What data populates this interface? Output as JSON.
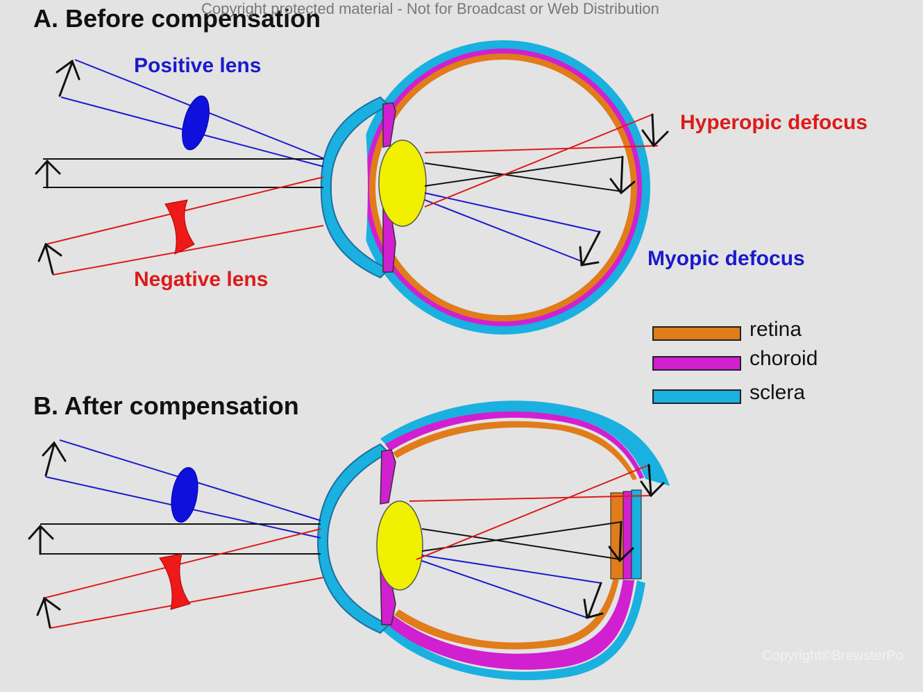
{
  "titles": {
    "before": "A. Before compensation",
    "after": "B. After compensation"
  },
  "labels": {
    "positive_lens": "Positive lens",
    "negative_lens": "Negative lens",
    "hyperopic_defocus": "Hyperopic defocus",
    "myopic_defocus": "Myopic defocus"
  },
  "legend": [
    {
      "label": "retina",
      "color": "#e07c1a"
    },
    {
      "label": "choroid",
      "color": "#d020d0"
    },
    {
      "label": "sclera",
      "color": "#1ab0e0"
    }
  ],
  "watermarks": {
    "top": "Copyright protected material - Not for Broadcast or Web Distribution",
    "bottom_right": "Copyright©BrewsterPo"
  },
  "colors": {
    "background": "#e3e3e3",
    "retina": "#e07c1a",
    "choroid": "#d020d0",
    "sclera": "#1ab0e0",
    "lens": "#f0f000",
    "positive": "#1a1acc",
    "negative": "#dd1a1a",
    "neutral": "#111111"
  }
}
